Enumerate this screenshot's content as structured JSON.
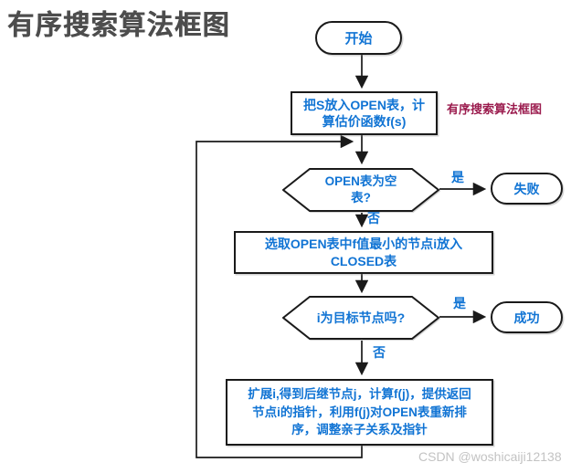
{
  "title": "有序搜索算法框图",
  "side_label": "有序搜索算法框图",
  "watermark": "CSDN @woshicaiji12138",
  "colors": {
    "node_text": "#1174d4",
    "side_label": "#9b1c4e",
    "title_text": "#4d4d4d",
    "line": "#1a1a1a",
    "watermark": "#c3c3c3",
    "background": "#ffffff"
  },
  "nodes": {
    "start": "开始",
    "init_step": {
      "line1": "把S放入OPEN表，计",
      "line2": "算估价函数f(s)"
    },
    "check_open_empty": {
      "line1": "OPEN表为空",
      "line2": "表?"
    },
    "fail": "失败",
    "select_node": {
      "line1": "选取OPEN表中f值最小的节点i放入",
      "line2": "CLOSED表"
    },
    "check_goal": "i为目标节点吗?",
    "success": "成功",
    "expand_step": {
      "line1": "扩展i,得到后继节点j，计算f(j)，提供返回",
      "line2": "节点i的指针，利用f(j)对OPEN表重新排",
      "line3": "序，调整亲子关系及指针"
    }
  },
  "edges": {
    "yes1": "是",
    "no1": "否",
    "yes2": "是",
    "no2": "否"
  }
}
